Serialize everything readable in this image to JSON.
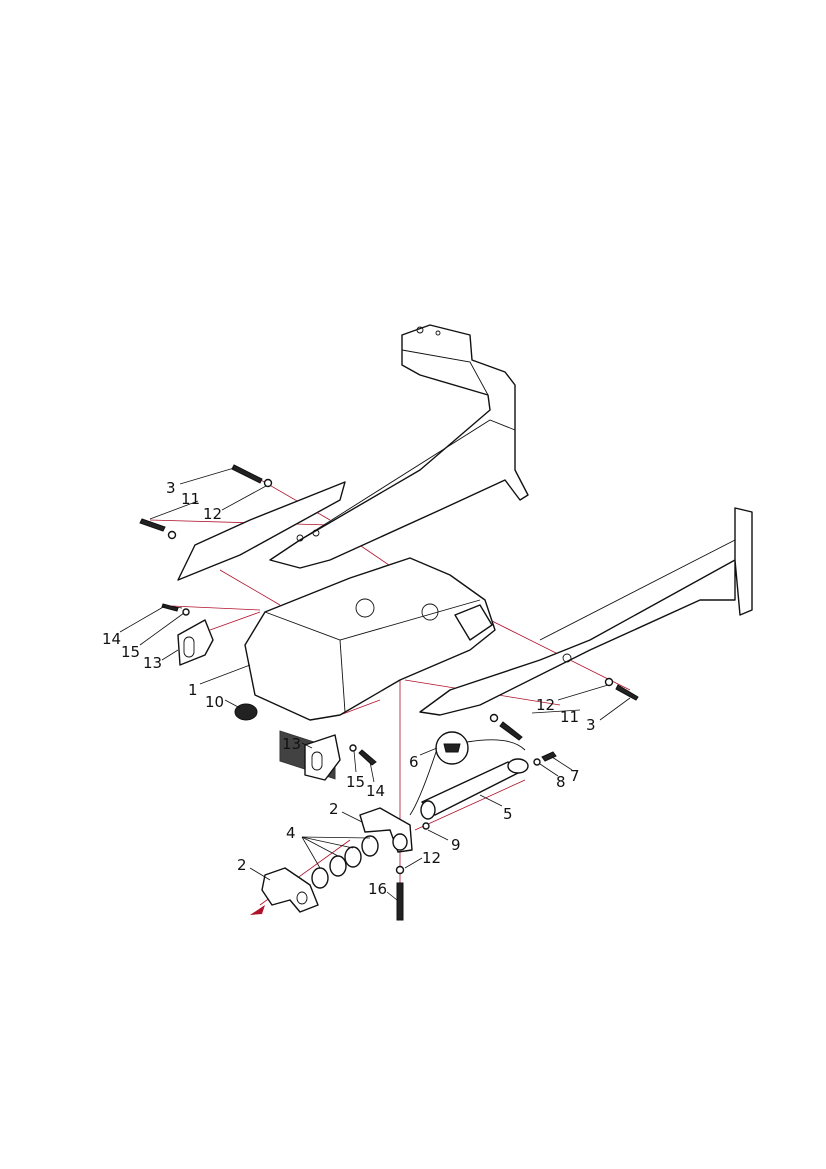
{
  "diagram": {
    "type": "exploded-parts-view",
    "accent_color": "#b0122b",
    "callouts": [
      {
        "id": "c1",
        "label": "3"
      },
      {
        "id": "c2",
        "label": "11"
      },
      {
        "id": "c3",
        "label": "12"
      },
      {
        "id": "c4",
        "label": "14"
      },
      {
        "id": "c5",
        "label": "15"
      },
      {
        "id": "c6",
        "label": "13"
      },
      {
        "id": "c7",
        "label": "1"
      },
      {
        "id": "c8",
        "label": "10"
      },
      {
        "id": "c9",
        "label": "12"
      },
      {
        "id": "c10",
        "label": "11"
      },
      {
        "id": "c11",
        "label": "3"
      },
      {
        "id": "c12",
        "label": "13"
      },
      {
        "id": "c13",
        "label": "15"
      },
      {
        "id": "c14",
        "label": "14"
      },
      {
        "id": "c15",
        "label": "6"
      },
      {
        "id": "c16",
        "label": "7"
      },
      {
        "id": "c17",
        "label": "8"
      },
      {
        "id": "c18",
        "label": "5"
      },
      {
        "id": "c19",
        "label": "2"
      },
      {
        "id": "c20",
        "label": "4"
      },
      {
        "id": "c21",
        "label": "9"
      },
      {
        "id": "c22",
        "label": "12"
      },
      {
        "id": "c23",
        "label": "2"
      },
      {
        "id": "c24",
        "label": "16"
      }
    ]
  }
}
